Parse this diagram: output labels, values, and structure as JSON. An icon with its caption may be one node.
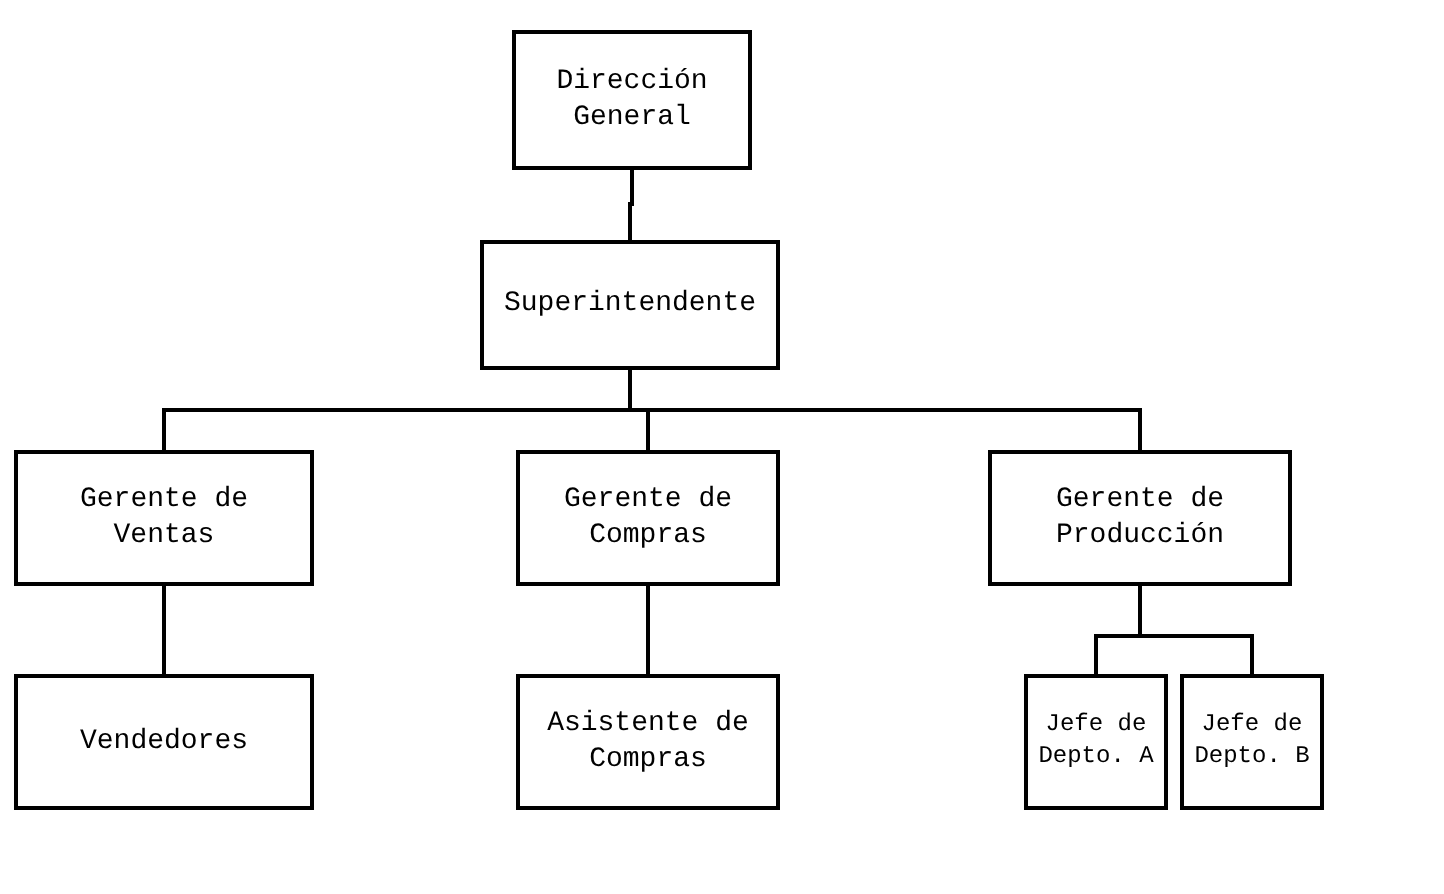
{
  "diagram": {
    "nodes": [
      {
        "text": [
          "Dirección General"
        ]
      },
      {
        "text": [
          "Superintendente"
        ]
      },
      {
        "text": [
          "Gerente de Ventas"
        ]
      },
      {
        "text": [
          "Gerente de Compras"
        ]
      },
      {
        "text": [
          "Gerente de Producción"
        ]
      },
      {
        "text": [
          "Vendedores"
        ]
      },
      {
        "text": [
          "Asistente de Compras"
        ]
      },
      {
        "text": [
          "Jefe de Depto. A"
        ]
      },
      {
        "text": [
          "Jefe de Depto. B"
        ]
      }
    ],
    "edges": [
      {
        "from": 0,
        "to": 1,
        "arrow": "none"
      },
      {
        "from": 1,
        "to": 2,
        "arrow": "none"
      },
      {
        "from": 1,
        "to": 3,
        "arrow": "none"
      },
      {
        "from": 1,
        "to": 4,
        "arrow": "none"
      },
      {
        "from": 2,
        "to": 5,
        "arrow": "none"
      },
      {
        "from": 3,
        "to": 6,
        "arrow": "none"
      },
      {
        "from": 4,
        "to": 7,
        "arrow": "none"
      },
      {
        "from": 4,
        "to": 8,
        "arrow": "none"
      }
    ]
  }
}
